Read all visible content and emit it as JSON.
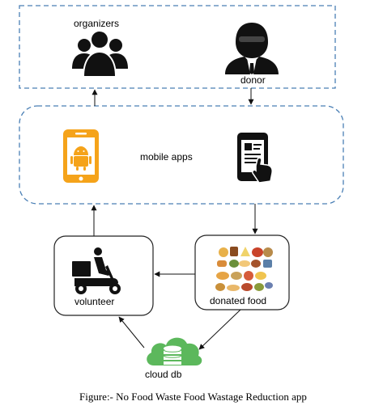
{
  "diagram": {
    "labels": {
      "organizers": "organizers",
      "donor": "donor",
      "mobile_apps": "mobile apps",
      "volunteer": "volunteer",
      "donated_food": "donated food",
      "cloud_db": "cloud db"
    },
    "caption": "Figure:-  No Food Waste  Food Wastage Reduction app",
    "icons": {
      "organizers": "group-people-icon",
      "donor": "businessman-sunglasses-icon",
      "android_phone": "android-phone-icon",
      "phone_touch": "phone-touch-icon",
      "volunteer": "delivery-scooter-icon",
      "food": "food-collage-icon",
      "database": "cloud-database-icon"
    },
    "colors": {
      "dashed_border": "#4a7fb5",
      "android_orange": "#f5a31a",
      "cloud_green": "#5cb85c",
      "icon_black": "#111111"
    }
  }
}
